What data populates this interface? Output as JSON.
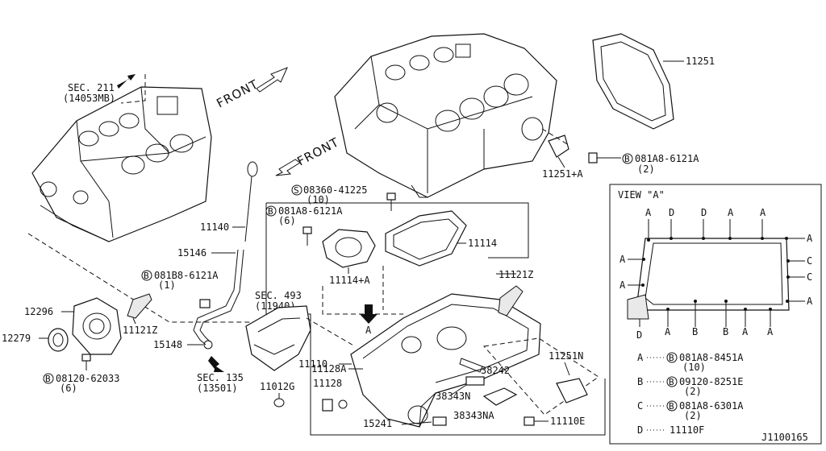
{
  "diagram_code": "J1100165",
  "front_labels": [
    "FRONT",
    "FRONT"
  ],
  "view_box": {
    "title": "VIEW \"A\"",
    "top_letters": [
      "A",
      "D",
      "D",
      "A",
      "A"
    ],
    "bottom_letters": [
      "D",
      "A",
      "B",
      "B",
      "A",
      "A"
    ],
    "left_letters": [
      "A",
      "A"
    ],
    "right_letters": [
      "A",
      "C",
      "C",
      "A"
    ],
    "legend": [
      {
        "key": "A",
        "bolt": "B",
        "part": "081A8-8451A",
        "qty": "(10)"
      },
      {
        "key": "B",
        "bolt": "B",
        "part": "09120-8251E",
        "qty": "(2)"
      },
      {
        "key": "C",
        "bolt": "B",
        "part": "081A8-6301A",
        "qty": "(2)"
      },
      {
        "key": "D",
        "bolt": "",
        "part": "11110F",
        "qty": ""
      }
    ]
  },
  "callouts": {
    "sec211": "SEC. 211",
    "sec211_sub": "(14053MB)",
    "p11251": "11251",
    "p11251a": "11251+A",
    "bolt_6121a_right": "081A8-6121A",
    "bolt_6121a_right_qty": "(2)",
    "bolt_41225": "08360-41225",
    "bolt_41225_qty": "(10)",
    "bolt_6121a_mid": "081A8-6121A",
    "bolt_6121a_mid_qty": "(6)",
    "p11114": "11114",
    "p11114a": "11114+A",
    "p11140": "11140",
    "p15146": "15146",
    "bolt_081b8": "081B8-6121A",
    "bolt_081b8_qty": "(1)",
    "p12296": "12296",
    "p12279": "12279",
    "p11121z_left": "11121Z",
    "p11121z_right": "11121Z",
    "bolt_08120": "08120-62033",
    "bolt_08120_qty": "(6)",
    "p15148": "15148",
    "sec135": "SEC. 135",
    "sec135_sub": "(13501)",
    "sec493": "SEC. 493",
    "sec493_sub": "(11940)",
    "p11110": "11110",
    "p11128a": "11128A",
    "p11128": "11128",
    "p11012g": "11012G",
    "arrow_a": "A",
    "p38242": "38242",
    "p38343n": "38343N",
    "p38343na": "38343NA",
    "p11251n": "11251N",
    "p15241": "15241",
    "p11110e": "11110E"
  }
}
